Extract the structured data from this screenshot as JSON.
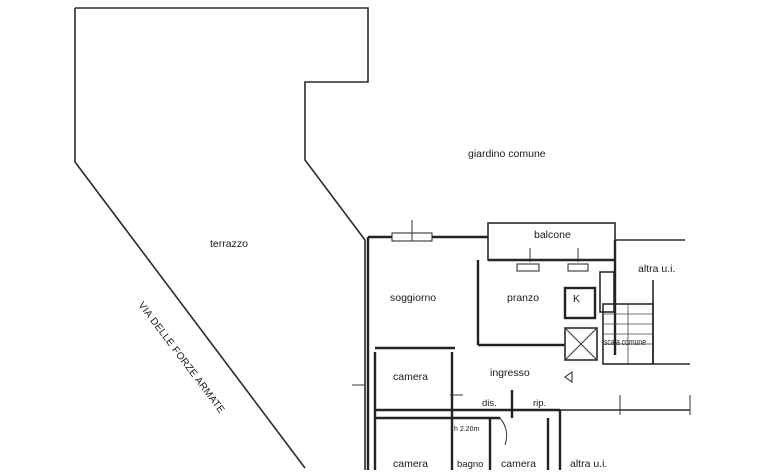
{
  "plan": {
    "labels": {
      "terrazzo": "terrazzo",
      "giardino": "giardino comune",
      "street": "VIA DELLE FORZE ARMATE",
      "balcone": "balcone",
      "altra_ui_top": "altra u.i.",
      "soggiorno": "soggiorno",
      "pranzo": "pranzo",
      "kitchen": "K",
      "scala": "scala comune",
      "camera_left": "camera",
      "ingresso": "ingresso",
      "dis": "dis.",
      "rip": "rip.",
      "height_note": "h 2.20m",
      "camera_bottom_left": "camera",
      "bagno": "bagno",
      "camera_bottom_mid": "camera",
      "altra_ui_bottom": "altra u.i."
    }
  }
}
